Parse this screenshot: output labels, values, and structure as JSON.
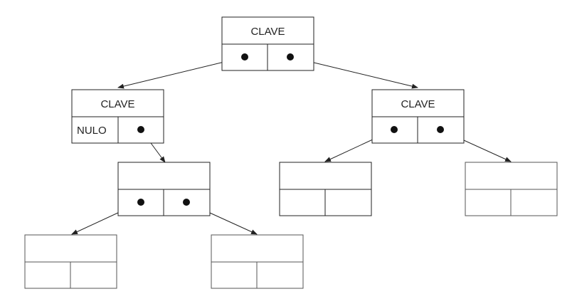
{
  "nodes": {
    "root": {
      "key": "CLAVE"
    },
    "left": {
      "key": "CLAVE",
      "left_pointer": "NULO"
    },
    "right": {
      "key": "CLAVE"
    },
    "left_right": {
      "key": ""
    },
    "right_left": {
      "key": ""
    },
    "right_right": {
      "key": ""
    },
    "leaf_left": {
      "key": ""
    },
    "leaf_right": {
      "key": ""
    }
  },
  "colors": {
    "line": "#222222",
    "light_line": "#555555",
    "dot": "#111111",
    "background": "#ffffff"
  }
}
